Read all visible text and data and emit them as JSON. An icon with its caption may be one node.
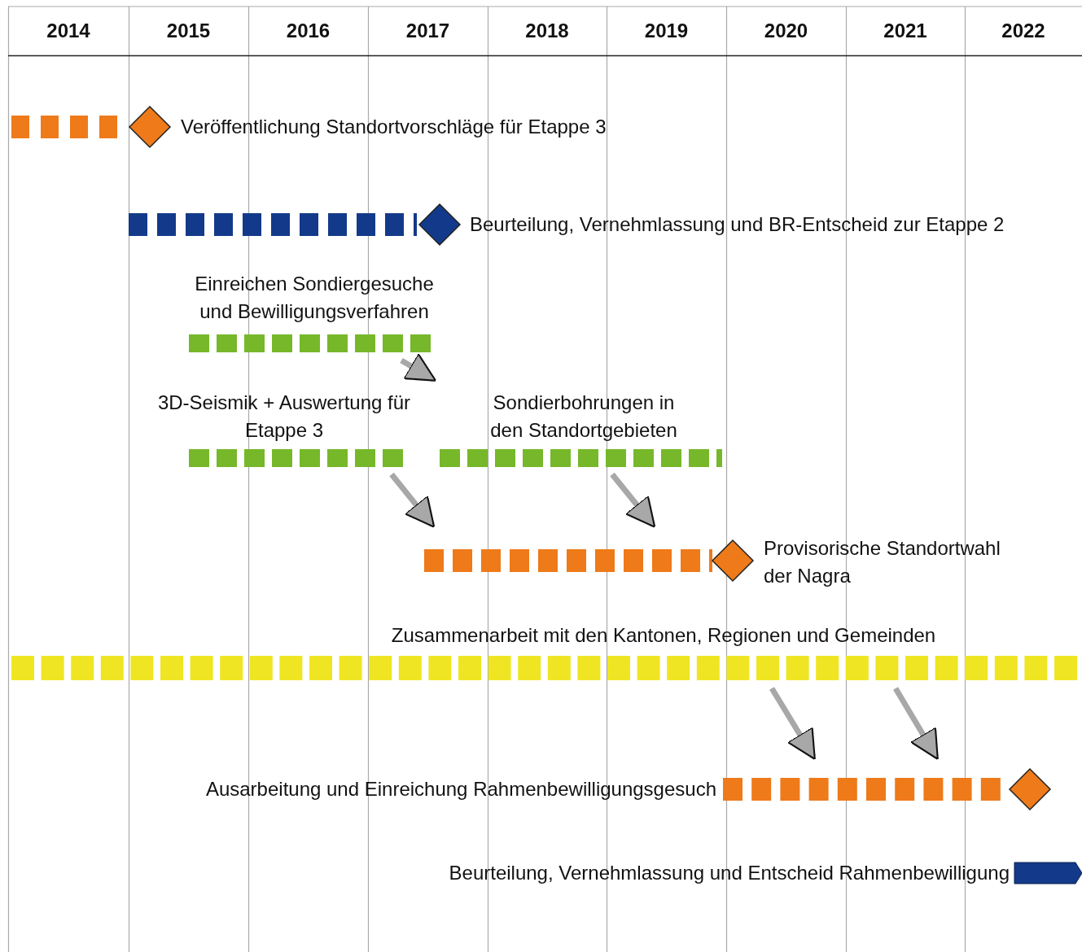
{
  "diagram": {
    "nodes": [
      {
        "text": [
          "Veröffentlichung Standortvorschläge für Etappe 3"
        ]
      },
      {
        "text": [
          "Beurteilung, Vernehmlassung und BR-Entscheid zur Etappe 2"
        ]
      },
      {
        "text": [
          "Einreichen Sondiergesuche und Bewilligungsverfahren"
        ]
      },
      {
        "text": [
          "3D-Seismik + Auswertung für Etappe 3"
        ]
      },
      {
        "text": [
          "Sondierbohrungen in den Standortgebieten"
        ]
      },
      {
        "text": [
          "Provisorische Standortwahl der Nagra"
        ]
      },
      {
        "text": [
          "Zusammenarbeit mit den Kantonen, Regionen und Gemeinden"
        ]
      },
      {
        "text": [
          "Ausarbeitung und Einreichung Rahmenbewilligungsgesuch"
        ]
      },
      {
        "text": [
          "Beurteilung, Vernehmlassung und Entscheid Rahmenbewilligung"
        ]
      }
    ],
    "edges": [
      {
        "from": 2,
        "to": 4,
        "arrow": "to"
      },
      {
        "from": 3,
        "to": 5,
        "arrow": "to"
      },
      {
        "from": 4,
        "to": 5,
        "arrow": "to"
      },
      {
        "from": 6,
        "to": 7,
        "arrow": "to"
      },
      {
        "from": 6,
        "to": 7,
        "arrow": "to"
      }
    ],
    "labels": [
      "2014",
      "2015",
      "2016",
      "2017",
      "2018",
      "2019",
      "2020",
      "2021",
      "2022"
    ]
  }
}
